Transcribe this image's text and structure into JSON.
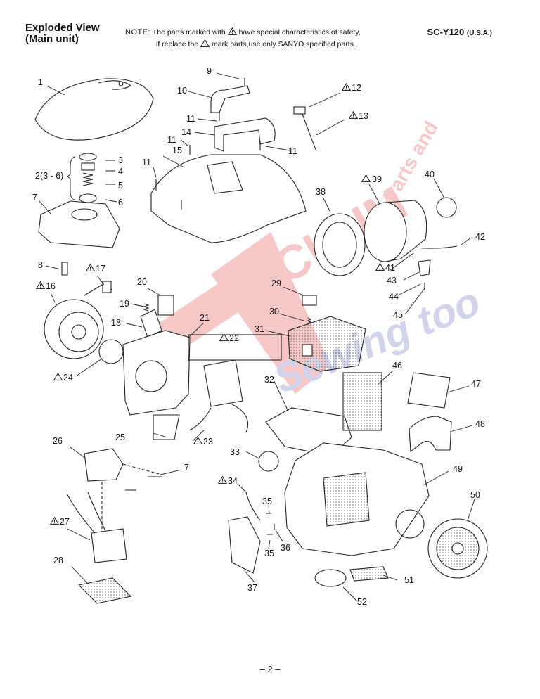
{
  "header": {
    "title_line1": "Exploded View",
    "title_line2": "(Main unit)",
    "note_label": "NOTE:",
    "note_line1_a": "The parts marked with",
    "note_line1_b": "have special characteristics of safety,",
    "note_line2_a": "if replace the",
    "note_line2_b": "mark parts,use only SANYO specified parts.",
    "model": "SC-Y120",
    "region": "(U.S.A.)"
  },
  "page_number": "– 2 –",
  "watermark": {
    "line1": "VACUUM",
    "line2": "Sewing too",
    "line3": "Parts and"
  },
  "colors": {
    "watermark_red": "#e23a3a",
    "watermark_blue": "#5a64b4",
    "line": "#222222"
  },
  "parts": [
    {
      "id": "p1",
      "text": "1"
    },
    {
      "id": "p2",
      "text": "2(3 - 6)"
    },
    {
      "id": "p3",
      "text": "3"
    },
    {
      "id": "p4",
      "text": "4"
    },
    {
      "id": "p5",
      "text": "5"
    },
    {
      "id": "p6",
      "text": "6"
    },
    {
      "id": "p7",
      "text": "7"
    },
    {
      "id": "p8",
      "text": "8"
    },
    {
      "id": "p9",
      "text": "9"
    },
    {
      "id": "p10",
      "text": "10"
    },
    {
      "id": "p11a",
      "text": "11"
    },
    {
      "id": "p11b",
      "text": "11"
    },
    {
      "id": "p11c",
      "text": "11"
    },
    {
      "id": "p11d",
      "text": "11"
    },
    {
      "id": "p12",
      "text": "12"
    },
    {
      "id": "p13",
      "text": "13"
    },
    {
      "id": "p14",
      "text": "14"
    },
    {
      "id": "p15",
      "text": "15"
    },
    {
      "id": "p16",
      "text": "16"
    },
    {
      "id": "p17",
      "text": "17"
    },
    {
      "id": "p18",
      "text": "18"
    },
    {
      "id": "p19",
      "text": "19"
    },
    {
      "id": "p20",
      "text": "20"
    },
    {
      "id": "p21",
      "text": "21"
    },
    {
      "id": "p22",
      "text": "22"
    },
    {
      "id": "p23",
      "text": "23"
    },
    {
      "id": "p24",
      "text": "24"
    },
    {
      "id": "p25",
      "text": "25"
    },
    {
      "id": "p26",
      "text": "26"
    },
    {
      "id": "p7b",
      "text": "7"
    },
    {
      "id": "p27",
      "text": "27"
    },
    {
      "id": "p28",
      "text": "28"
    },
    {
      "id": "p29",
      "text": "29"
    },
    {
      "id": "p30",
      "text": "30"
    },
    {
      "id": "p31",
      "text": "31"
    },
    {
      "id": "p32",
      "text": "32"
    },
    {
      "id": "p33",
      "text": "33"
    },
    {
      "id": "p34",
      "text": "34"
    },
    {
      "id": "p35a",
      "text": "35"
    },
    {
      "id": "p35b",
      "text": "35"
    },
    {
      "id": "p36",
      "text": "36"
    },
    {
      "id": "p37",
      "text": "37"
    },
    {
      "id": "p38",
      "text": "38"
    },
    {
      "id": "p39",
      "text": "39"
    },
    {
      "id": "p40",
      "text": "40"
    },
    {
      "id": "p41",
      "text": "41"
    },
    {
      "id": "p42",
      "text": "42"
    },
    {
      "id": "p43",
      "text": "43"
    },
    {
      "id": "p44",
      "text": "44"
    },
    {
      "id": "p45",
      "text": "45"
    },
    {
      "id": "p46",
      "text": "46"
    },
    {
      "id": "p47",
      "text": "47"
    },
    {
      "id": "p48",
      "text": "48"
    },
    {
      "id": "p49",
      "text": "49"
    },
    {
      "id": "p50",
      "text": "50"
    },
    {
      "id": "p51",
      "text": "51"
    },
    {
      "id": "p52",
      "text": "52"
    }
  ]
}
